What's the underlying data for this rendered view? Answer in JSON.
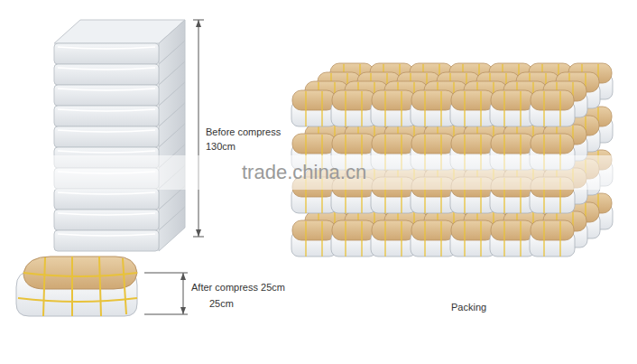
{
  "diagram": {
    "labels": [
      "Before compress 130cm",
      "After compress 25cm",
      "25cm",
      "Packing",
      "trade.china.cn"
    ]
  }
}
